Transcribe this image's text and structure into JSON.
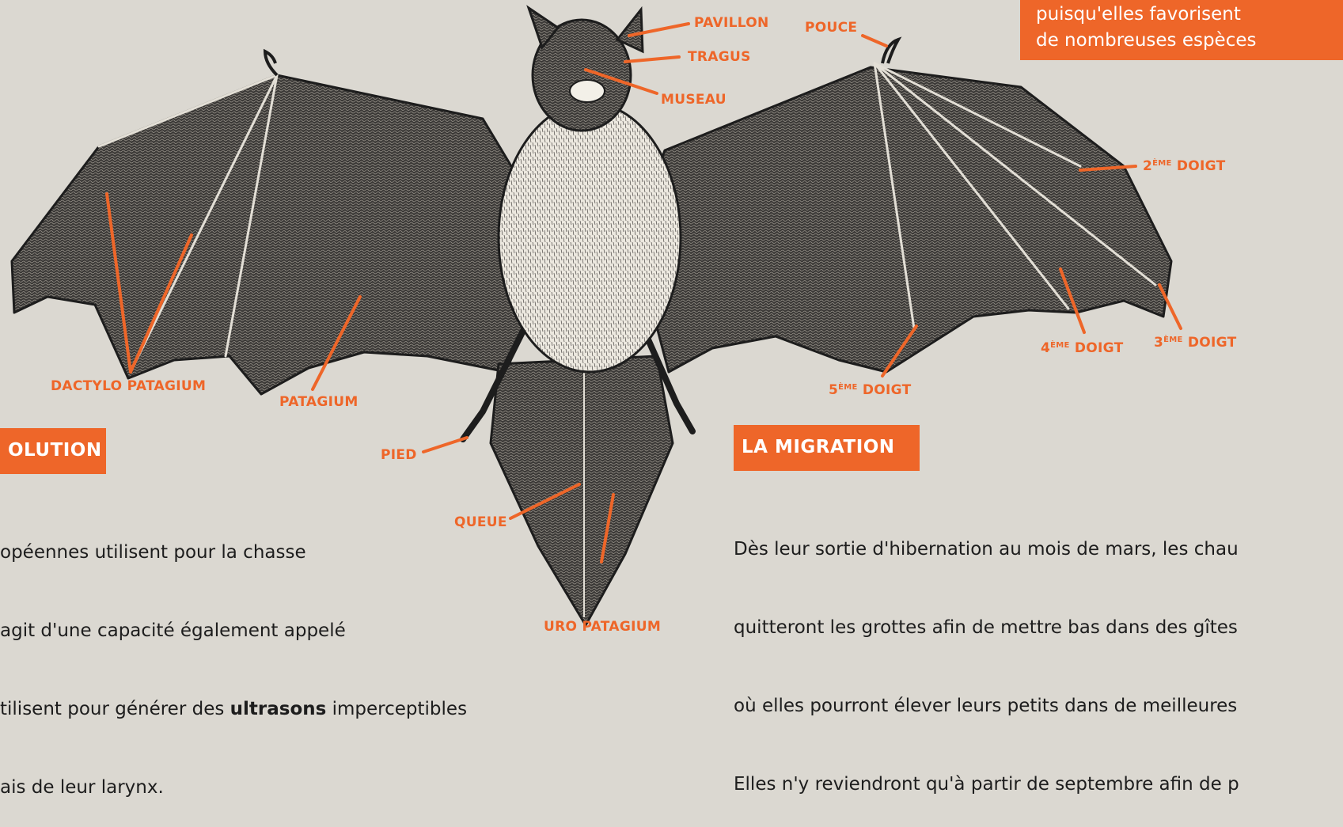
{
  "colors": {
    "background": "#dbd8d1",
    "accent": "#ee6629",
    "ink": "#1d1d1d",
    "fur": "#efebe2"
  },
  "labels": {
    "pavillon": "PAVILLON",
    "tragus": "TRAGUS",
    "museau": "MUSEAU",
    "pouce": "POUCE",
    "doigt2_num": "2",
    "doigt2_sup": "ÈME",
    "doigt2_rest": " DOIGT",
    "doigt3_num": "3",
    "doigt3_sup": "ÈME",
    "doigt3_rest": " DOIGT",
    "doigt4_num": "4",
    "doigt4_sup": "ÈME",
    "doigt4_rest": " DOIGT",
    "doigt5_num": "5",
    "doigt5_sup": "ÈME",
    "doigt5_rest": " DOIGT",
    "dactylo_patagium": "DACTYLO PATAGIUM",
    "patagium": "PATAGIUM",
    "pied": "PIED",
    "queue": "QUEUE",
    "uro_patagium": "URO PATAGIUM"
  },
  "intro_box": {
    "line1": "puisqu'elles favorisent",
    "line2": "de nombreuses espèces"
  },
  "sections": {
    "evolution": {
      "heading": "OLUTION",
      "lines": [
        {
          "text": "opéennes utilisent pour la chasse"
        },
        {
          "text": "agit d'une capacité également appelé"
        },
        {
          "before": "tilisent pour générer des ",
          "bold": "ultrasons",
          "after": " imperceptibles"
        },
        {
          "text": "ais de leur larynx."
        }
      ]
    },
    "migration": {
      "heading": "LA MIGRATION",
      "lines": [
        "Dès leur sortie d'hibernation au mois de mars, les chau",
        "quitteront les grottes afin de mettre bas dans des gîtes",
        "où elles pourront élever leurs petits dans de meilleures",
        "Elles n'y reviendront qu'à partir de septembre afin de p"
      ]
    }
  }
}
